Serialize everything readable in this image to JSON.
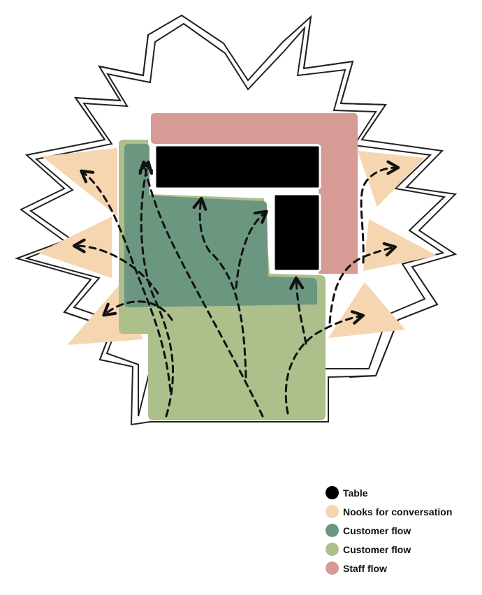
{
  "colors": {
    "table": "#000000",
    "nook": "#f6d5b1",
    "customer_dark": "#6b9680",
    "customer_light": "#adbf8a",
    "staff": "#d69b95",
    "outline": "#222222",
    "arrow": "#111111"
  },
  "legend": [
    {
      "label": "Table",
      "color": "#000000"
    },
    {
      "label": "Nooks for conversation",
      "color": "#f6d5b1"
    },
    {
      "label": "Customer flow",
      "color": "#6b9680"
    },
    {
      "label": "Customer flow",
      "color": "#adbf8a"
    },
    {
      "label": "Staff flow",
      "color": "#d69b95"
    }
  ]
}
